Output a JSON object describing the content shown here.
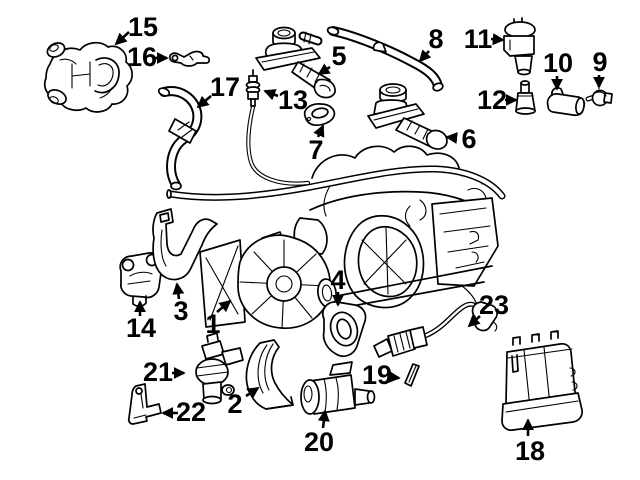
{
  "diagram": {
    "background_color": "#ffffff",
    "line_color": "#000000",
    "label_color": "#000000",
    "callouts": [
      "1",
      "2",
      "3",
      "4",
      "5",
      "6",
      "7",
      "8",
      "9",
      "10",
      "11",
      "12",
      "13",
      "14",
      "15",
      "16",
      "17",
      "18",
      "19",
      "20",
      "21",
      "22",
      "23"
    ]
  }
}
